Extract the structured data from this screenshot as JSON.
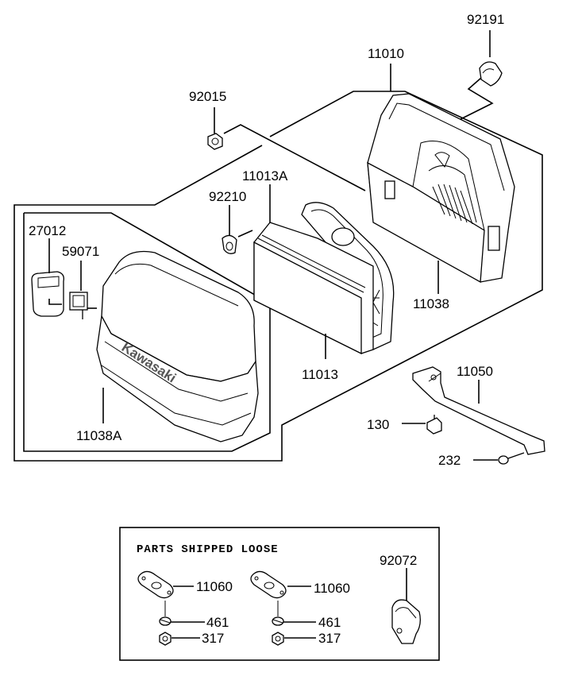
{
  "callouts": {
    "p92191": "92191",
    "p11010": "11010",
    "p92015": "92015",
    "p11013A": "11013A",
    "p92210": "92210",
    "p27012": "27012",
    "p59071": "59071",
    "p11038": "11038",
    "p11013": "11013",
    "p11038A": "11038A",
    "p11050": "11050",
    "p130": "130",
    "p232": "232"
  },
  "brand_mark": "Kawasaki",
  "loose_parts": {
    "title": "PARTS SHIPPED LOOSE",
    "left_gasket": "11060",
    "left_washer": "461",
    "left_nut": "317",
    "right_gasket": "11060",
    "right_washer": "461",
    "right_nut": "317",
    "clamp": "92072"
  }
}
